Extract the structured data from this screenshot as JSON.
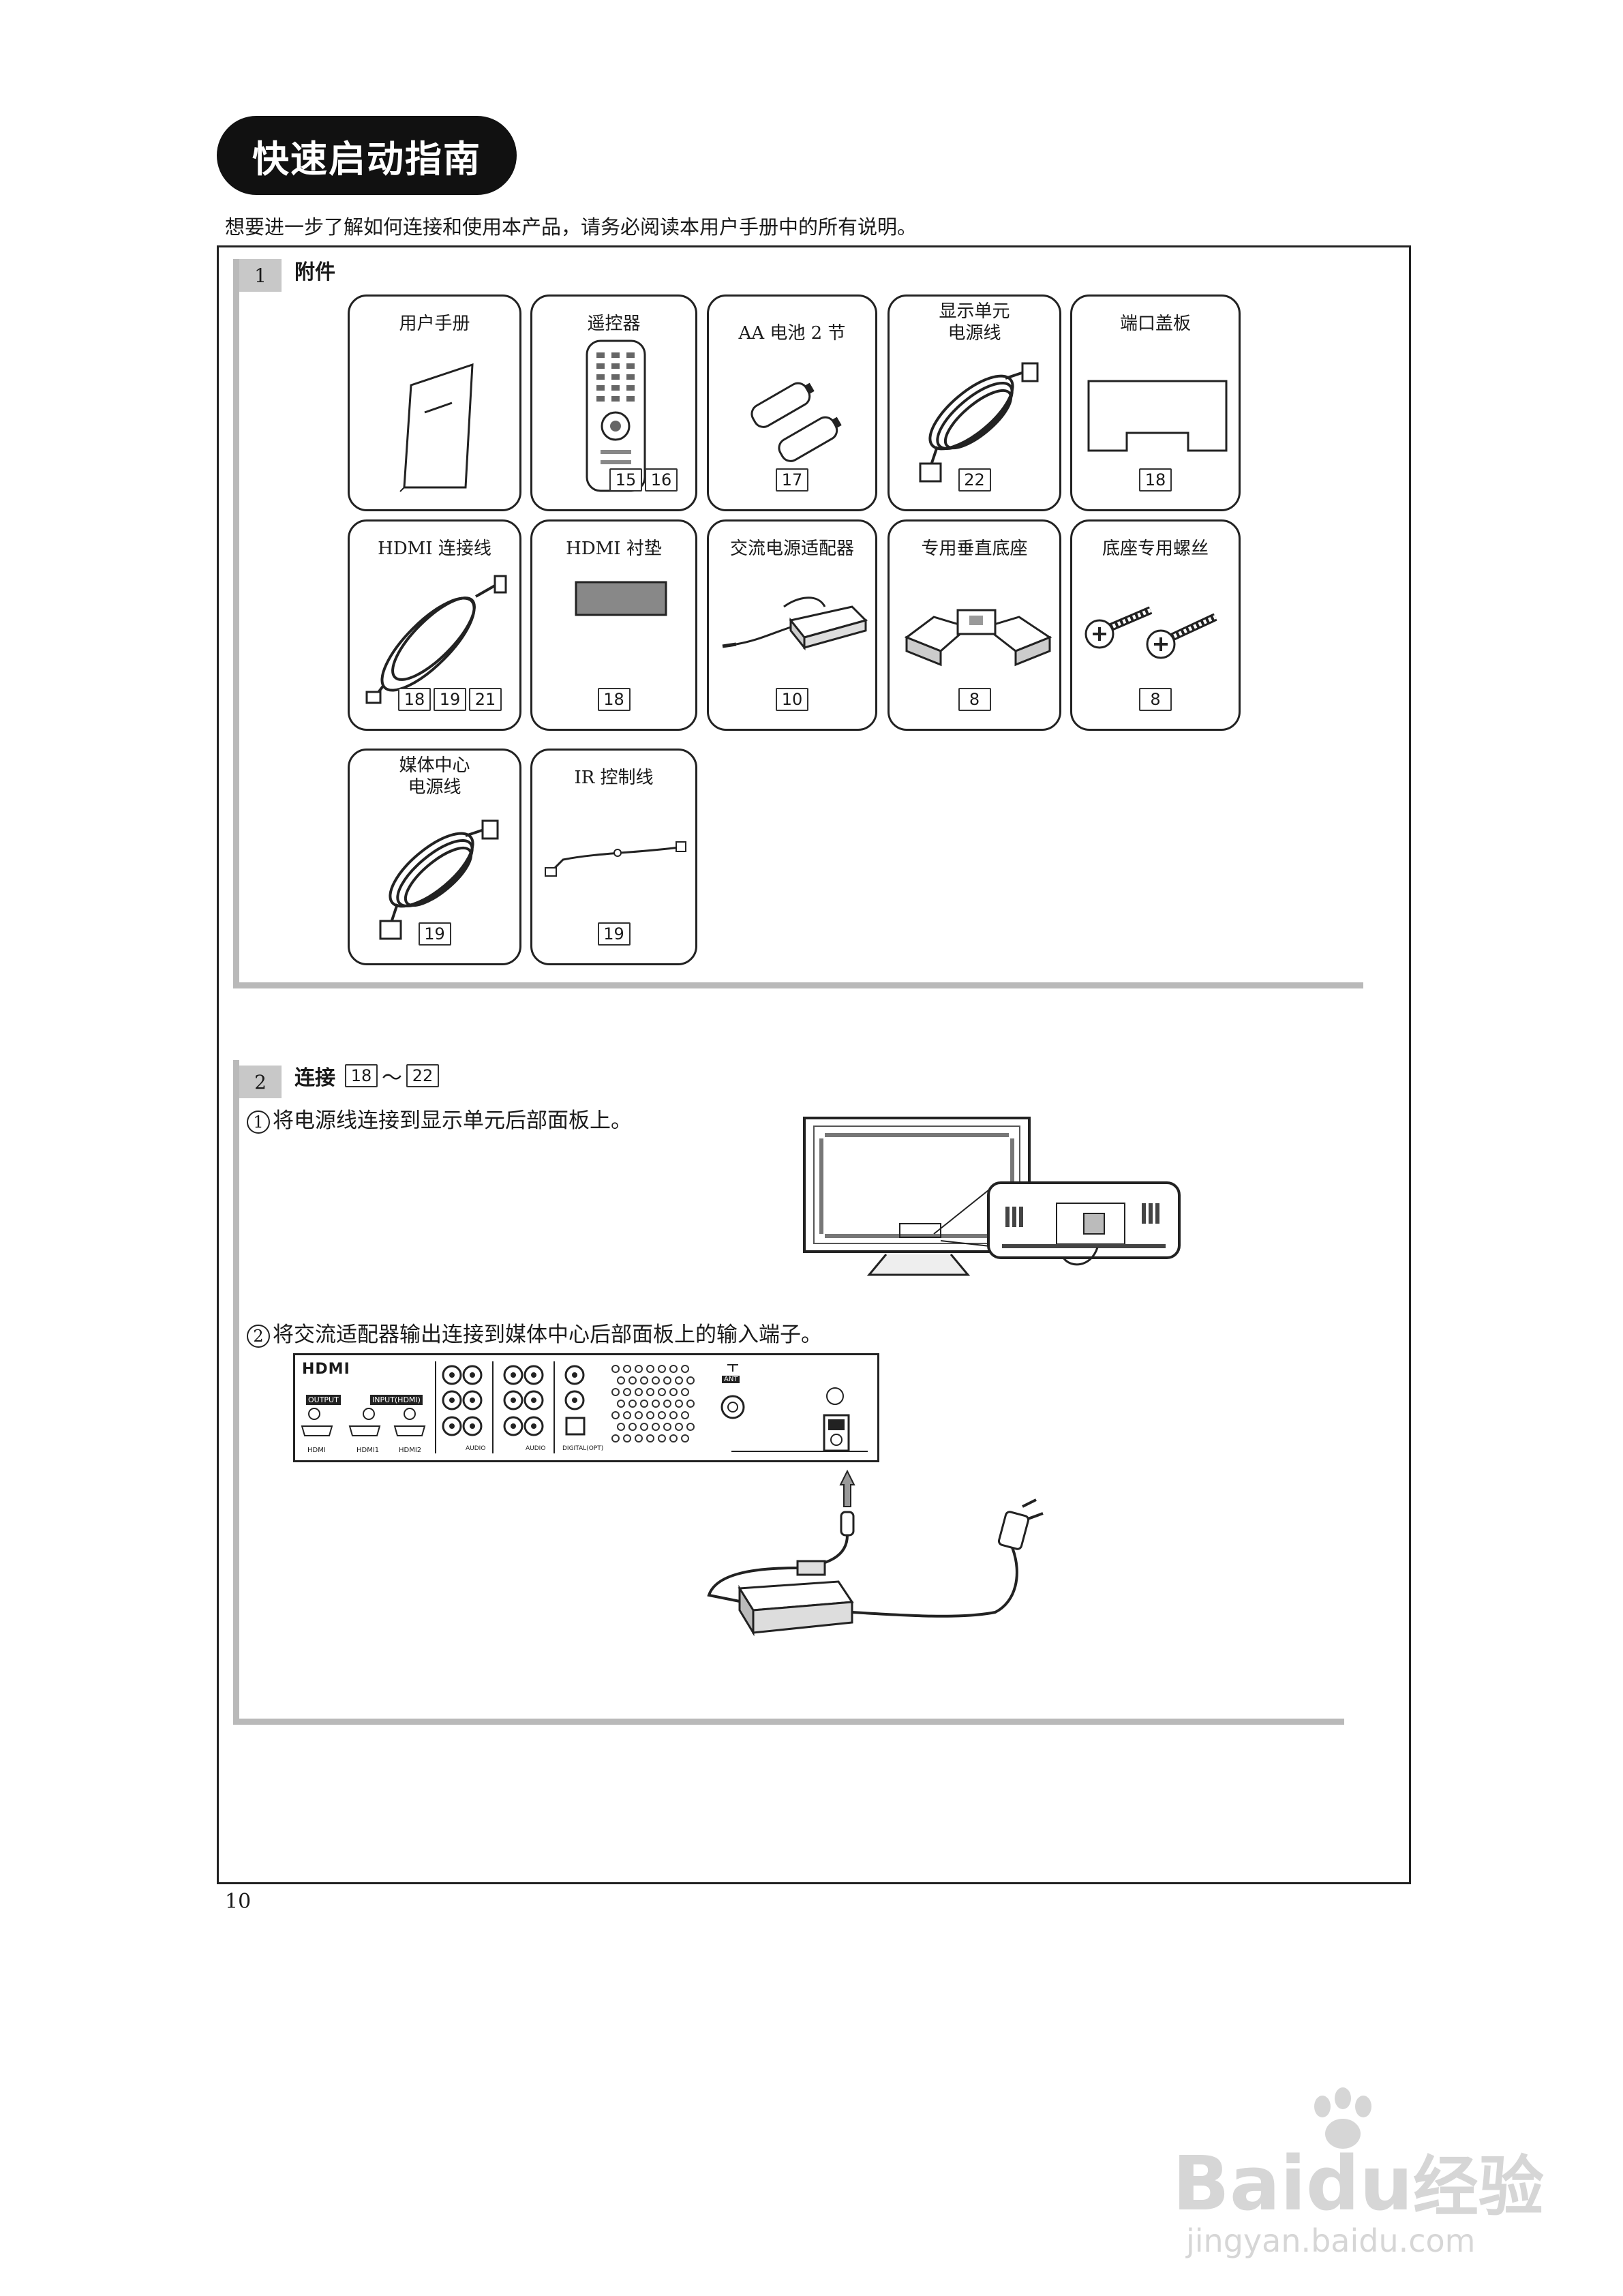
{
  "header": {
    "title": "快速启动指南",
    "intro": "想要进一步了解如何连接和使用本产品，请务必阅读本用户手册中的所有说明。"
  },
  "section1": {
    "number": "1",
    "title": "附件",
    "items": [
      {
        "label": "用户手册",
        "refs": []
      },
      {
        "label": "遥控器",
        "refs": [
          "15",
          "16"
        ]
      },
      {
        "label": "AA 电池 2 节",
        "refs": [
          "17"
        ]
      },
      {
        "label_line1": "显示单元",
        "label_line2": "电源线",
        "refs": [
          "22"
        ]
      },
      {
        "label": "端口盖板",
        "refs": [
          "18"
        ]
      },
      {
        "label": "HDMI 连接线",
        "refs": [
          "18",
          "19",
          "21"
        ]
      },
      {
        "label": "HDMI 衬垫",
        "refs": [
          "18"
        ]
      },
      {
        "label": "交流电源适配器",
        "refs": [
          "10"
        ]
      },
      {
        "label": "专用垂直底座",
        "refs": [
          "8"
        ]
      },
      {
        "label": "底座专用螺丝",
        "refs": [
          "8"
        ]
      },
      {
        "label_line1": "媒体中心",
        "label_line2": "电源线",
        "refs": [
          "19"
        ]
      },
      {
        "label": "IR 控制线",
        "refs": [
          "19"
        ]
      }
    ]
  },
  "section2": {
    "number": "2",
    "title": "连接",
    "ref_start": "18",
    "ref_sep": "～",
    "ref_end": "22",
    "step1_num": "1",
    "step1": "将电源线连接到显示单元后部面板上。",
    "step2_num": "2",
    "step2": "将交流适配器输出连接到媒体中心后部面板上的输入端子。",
    "panel_logo": "HDMI",
    "panel_output": "OUTPUT",
    "panel_input": "INPUT(HDMI)",
    "port_hdmi": "HDMI",
    "port_hdmi1": "HDMI1",
    "port_hdmi2": "HDMI2",
    "port_ant": "ANT",
    "port_digital": "DIGITAL(OPT)",
    "port_audio1": "AUDIO",
    "port_audio2": "AUDIO"
  },
  "footer": {
    "page_number": "10"
  },
  "watermark": {
    "brand_b": "Bai",
    "brand_du": "du",
    "brand_cn": "经验",
    "url": "jingyan.baidu.com"
  }
}
